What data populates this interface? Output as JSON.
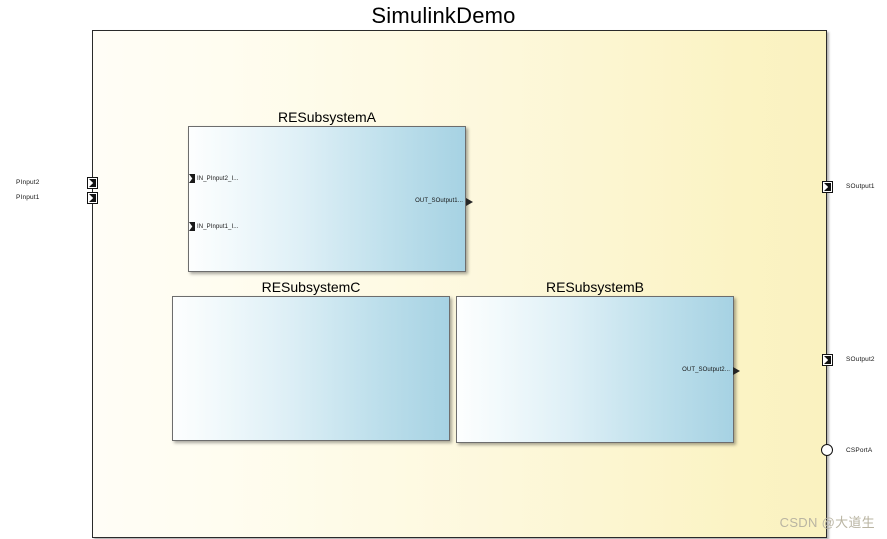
{
  "title": "SimulinkDemo",
  "watermark": "CSDN @大道生",
  "colors": {
    "canvas_fill_left": "#fffdf6",
    "canvas_fill_right": "#faf2c0",
    "canvas_border": "#2a2a2a",
    "block_fill_left": "#fdfefe",
    "block_fill_right": "#a6d2e3",
    "block_border": "#6d6d6d",
    "port_marker": "#111111",
    "watermark_color": "#b9b4a2"
  },
  "external_ports": {
    "inputs": [
      {
        "label": "PInput2",
        "kind": "inport"
      },
      {
        "label": "PInput1",
        "kind": "inport"
      }
    ],
    "outputs": [
      {
        "label": "SOutput1",
        "kind": "outport"
      },
      {
        "label": "SOutput2",
        "kind": "outport"
      },
      {
        "label": "CSPortA",
        "kind": "connection-port"
      }
    ]
  },
  "blocks": [
    {
      "name": "RESubsystemA",
      "inputs": [
        {
          "label": "IN_PInput2_I..."
        },
        {
          "label": "IN_PInput1_I..."
        }
      ],
      "outputs": [
        {
          "label": "OUT_SOutput1..."
        }
      ]
    },
    {
      "name": "RESubsystemC",
      "inputs": [],
      "outputs": []
    },
    {
      "name": "RESubsystemB",
      "inputs": [],
      "outputs": [
        {
          "label": "OUT_SOutput2..."
        }
      ]
    }
  ]
}
